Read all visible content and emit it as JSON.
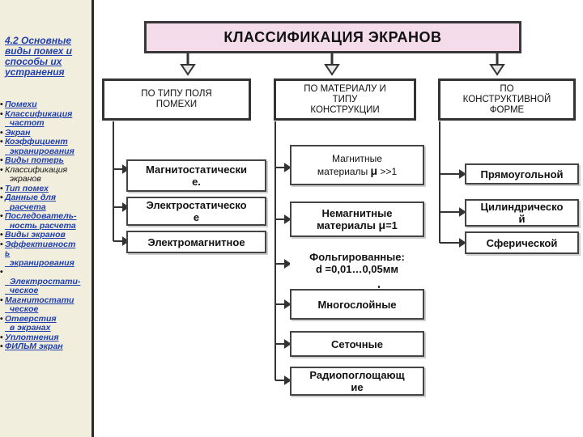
{
  "sidebar": {
    "title": "4.2 Основные виды помех и способы их устранения",
    "items": [
      {
        "text": "Помехи",
        "link": true
      },
      {
        "text": "Классификация\n  частот",
        "link": true
      },
      {
        "text": "Экран",
        "link": true
      },
      {
        "text": "Коэффициент\n  экранирования",
        "link": true
      },
      {
        "text": "Виды потерь",
        "link": true
      },
      {
        "text": "Классификация\n  экранов",
        "link": false
      },
      {
        "text": "Тип помех",
        "link": true
      },
      {
        "text": "Данные для\n  расчета",
        "link": true
      },
      {
        "text": "Последователь-\n  ность расчета",
        "link": true
      },
      {
        "text": "Виды экранов",
        "link": true
      },
      {
        "text": "Эффективност\nь\n  экранирования",
        "link": true
      },
      {
        "text": "\n  Электростати-\n  ческое",
        "link": true
      },
      {
        "text": "Магнитостати\n  ческое",
        "link": true
      },
      {
        "text": "Отверстия\n  в экранах",
        "link": true
      },
      {
        "text": "Уплотнения",
        "link": true
      },
      {
        "text": "ФИЛЬМ экран",
        "link": true
      }
    ]
  },
  "diagram": {
    "title": "КЛАССИФИКАЦИЯ  ЭКРАНОВ",
    "categories": [
      {
        "label": "ПО ТИПУ ПОЛЯ\nПОМЕХИ"
      },
      {
        "label": "ПО МАТЕРИАЛУ И\nТИПУ\nКОНСТРУКЦИИ"
      },
      {
        "label": "ПО\nКОНСТРУКТИВНОЙ\nФОРМЕ"
      }
    ],
    "field_items": [
      "Магнитостатически\nе.",
      "Электростатическо\nе",
      "Электромагнитное"
    ],
    "material_items": {
      "magnetic_text": "Магнитные\nматериалы ",
      "magnetic_mu": "μ",
      "magnetic_rest": " >>1",
      "nonmagnetic_text": "Немагнитные\nматериалы ",
      "nonmagnetic_mu": "μ",
      "nonmagnetic_rest": "=1",
      "foil": "Фольгированные:\nd =0,01…0,05мм",
      "multilayer": "Многослойные",
      "mesh": "Сеточные",
      "absorbing": "Радиопоглощающ\nие"
    },
    "shape_items": [
      "Прямоугольной",
      "Цилиндрическо\nй",
      "Сферической"
    ],
    "colors": {
      "title_fill": "#f4dcea",
      "arrow_fill": "#e8e8e8",
      "line": "#333333"
    }
  }
}
